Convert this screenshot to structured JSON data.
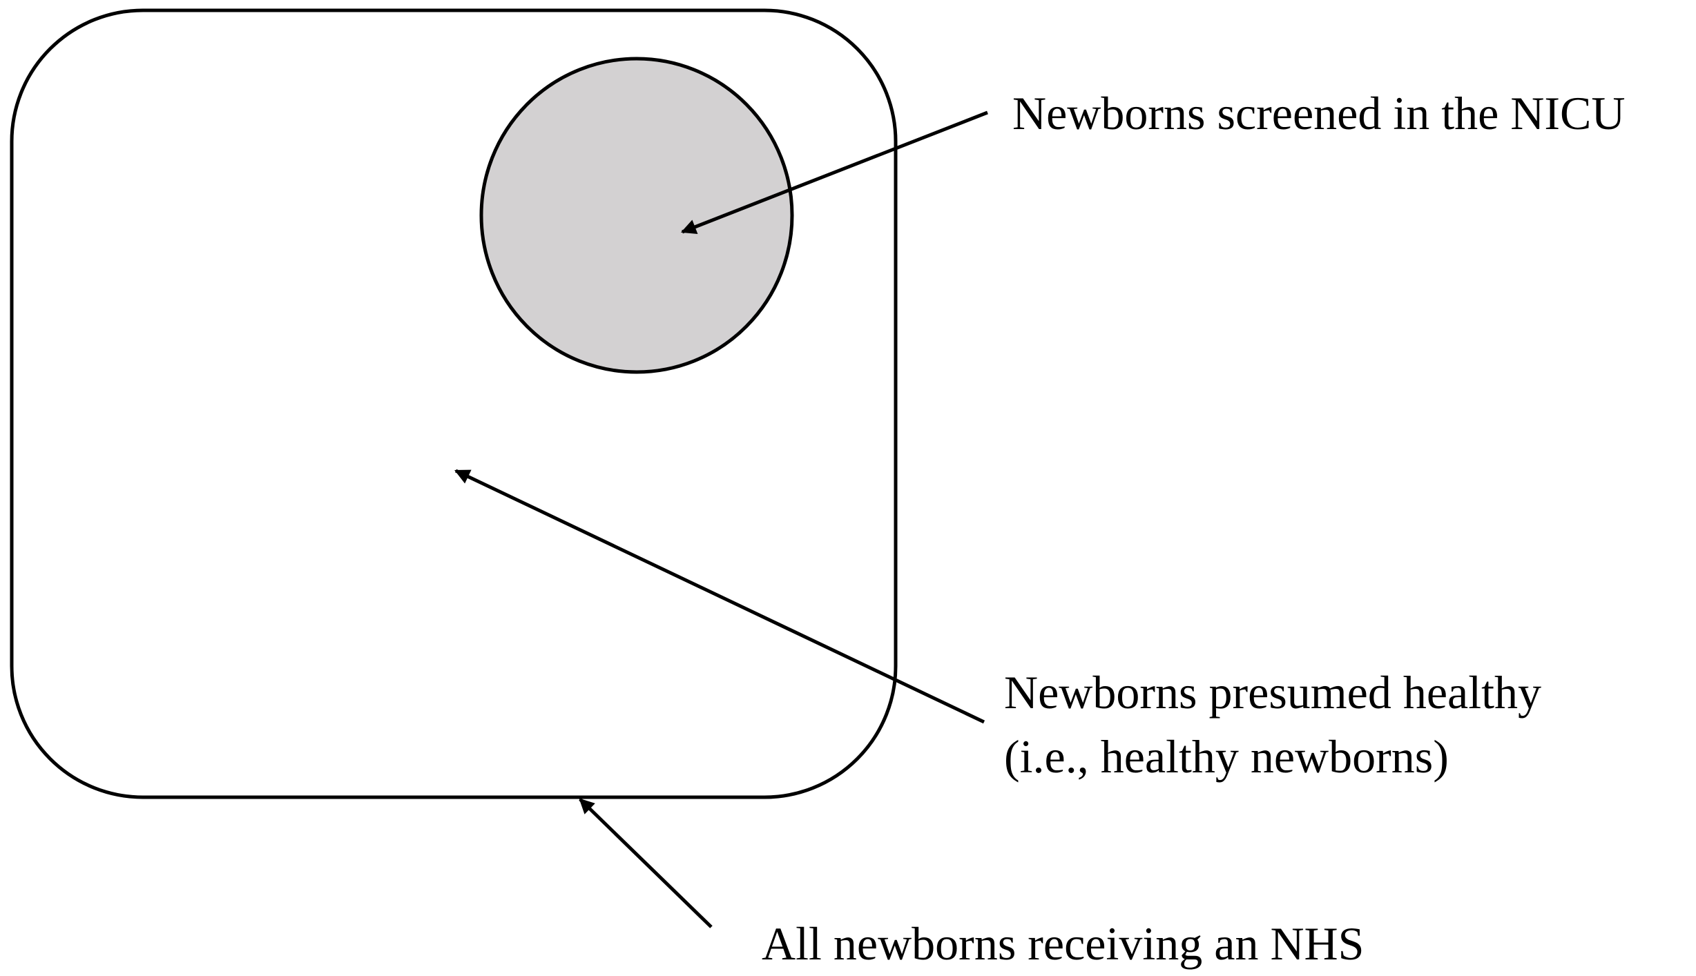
{
  "diagram": {
    "colors": {
      "stroke": "#000000",
      "background": "#ffffff",
      "nicu_fill": "#d3d1d2"
    },
    "labels": {
      "nicu": "Newborns screened in the NICU",
      "healthy_line1": "Newborns presumed healthy",
      "healthy_line2": "(i.e., healthy newborns)",
      "all_nhs": "All newborns receiving an NHS"
    }
  }
}
